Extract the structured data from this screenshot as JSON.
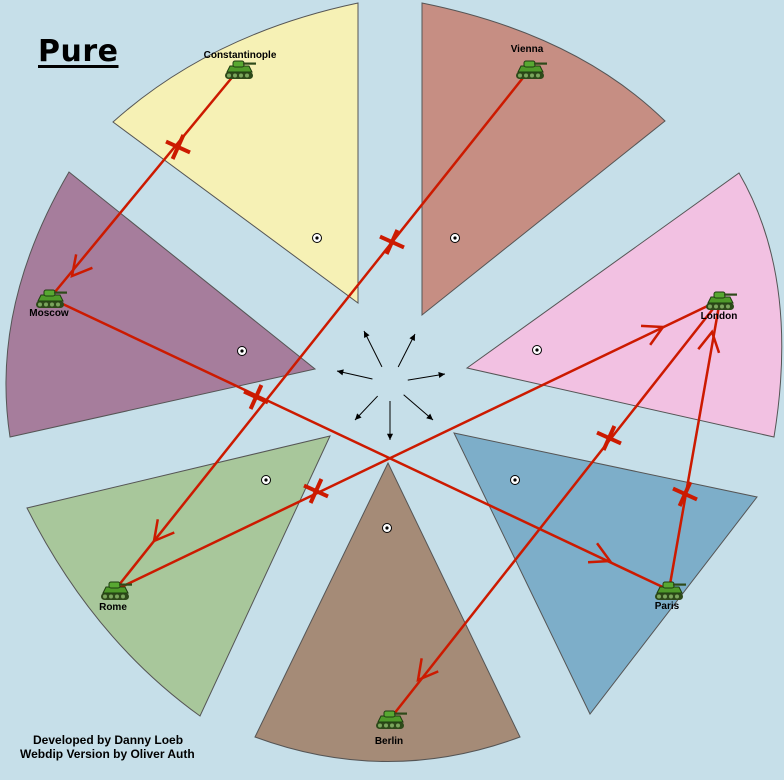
{
  "map": {
    "title": "Pure",
    "credits": [
      "Developed by Danny Loeb",
      "Webdip Version by Oliver Auth"
    ],
    "territories": [
      {
        "name": "Constantinople",
        "color": "#f6f1b5"
      },
      {
        "name": "Vienna",
        "color": "#c68e83"
      },
      {
        "name": "London",
        "color": "#f2c1e2"
      },
      {
        "name": "Paris",
        "color": "#7daec9"
      },
      {
        "name": "Berlin",
        "color": "#a58b77"
      },
      {
        "name": "Rome",
        "color": "#a8c79b"
      },
      {
        "name": "Moscow",
        "color": "#a67d9c"
      }
    ],
    "unit_icon": "tank-icon",
    "unit_color": "#3d7a1f",
    "order_color": "#cc1a00",
    "orders": [
      {
        "from": "Constantinople",
        "to": "Moscow",
        "status": "failed"
      },
      {
        "from": "Vienna",
        "to": "Rome",
        "status": "failed"
      },
      {
        "from": "Moscow",
        "to": "Paris",
        "status": "failed"
      },
      {
        "from": "Rome",
        "to": "London",
        "status": "failed"
      },
      {
        "from": "London",
        "to": "Berlin",
        "status": "failed"
      },
      {
        "from": "Paris",
        "to": "London",
        "status": "failed"
      }
    ]
  }
}
